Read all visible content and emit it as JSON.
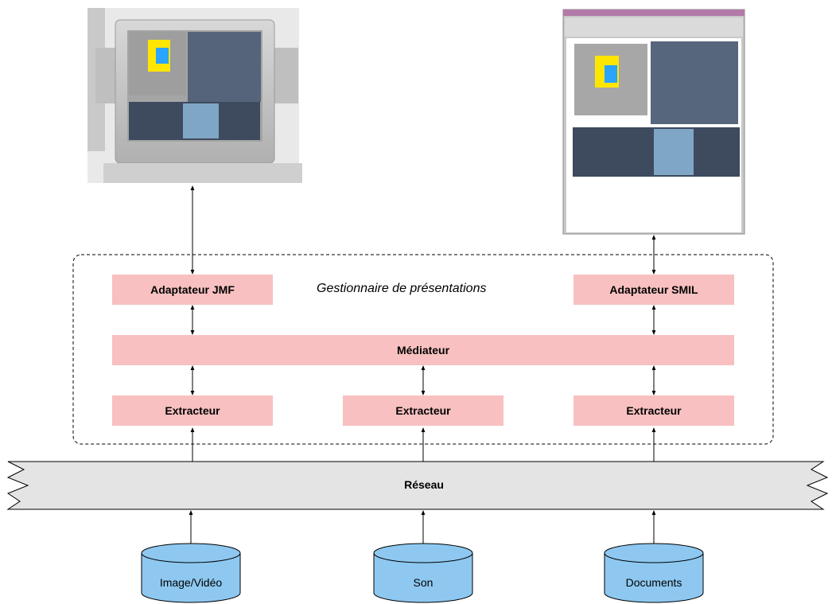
{
  "diagram": {
    "group_title": "Gestionnaire de présentations",
    "adapters": [
      {
        "label": "Adaptateur JMF"
      },
      {
        "label": "Adaptateur SMIL"
      }
    ],
    "mediator": {
      "label": "Médiateur"
    },
    "extractors": [
      {
        "label": "Extracteur"
      },
      {
        "label": "Extracteur"
      },
      {
        "label": "Extracteur"
      }
    ],
    "network": {
      "label": "Réseau"
    },
    "sources": [
      {
        "label": "Image/Vidéo"
      },
      {
        "label": "Son"
      },
      {
        "label": "Documents"
      }
    ],
    "colors": {
      "box_fill": "#f8c0c0",
      "network_fill": "#e4e4e4",
      "database_fill": "#8ec8f0",
      "line": "#000000"
    }
  }
}
